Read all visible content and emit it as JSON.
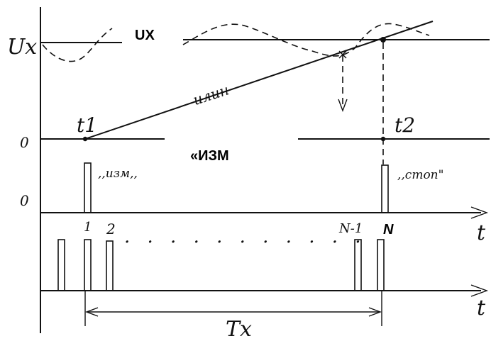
{
  "labels": {
    "ux_axis": "Ux",
    "ux_box": "UX",
    "u_lin": "uлин",
    "t1": "t1",
    "t2": "t2",
    "zero_top": "0",
    "zero_mid": "0",
    "izm_box": "«ИЗМ",
    "izm_pulse": ",,изм,,",
    "stop_pulse": ",,стоп\"",
    "pulse_1": "1",
    "pulse_2": "2",
    "dots": ". . . . . . . . . . .",
    "pulse_n1": "N-1",
    "pulse_n": "N",
    "t_axis_1": "t",
    "t_axis_2": "t",
    "tx": "Tx"
  }
}
